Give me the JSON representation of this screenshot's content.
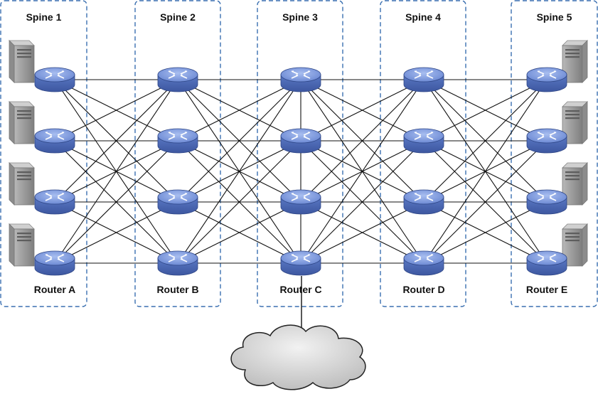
{
  "spines": [
    {
      "title": "Spine 1",
      "router_label": "Router A",
      "has_servers": true
    },
    {
      "title": "Spine 2",
      "router_label": "Router B",
      "has_servers": false
    },
    {
      "title": "Spine 3",
      "router_label": "Router C",
      "has_servers": false
    },
    {
      "title": "Spine 4",
      "router_label": "Router D",
      "has_servers": false
    },
    {
      "title": "Spine 5",
      "router_label": "Router E",
      "has_servers": true
    }
  ],
  "routers_per_spine": 4,
  "external_network": {
    "icon": "cloud-icon",
    "connected_to": "Router C"
  },
  "colors": {
    "spine_border": "#3a6fb0",
    "router_fill": "#6f8fd6",
    "link": "#111111",
    "cloud": "#cfcfcf",
    "server": "#9a9a9a"
  },
  "icons": {
    "router": "router-icon",
    "server": "server-icon",
    "cloud": "cloud-icon"
  }
}
